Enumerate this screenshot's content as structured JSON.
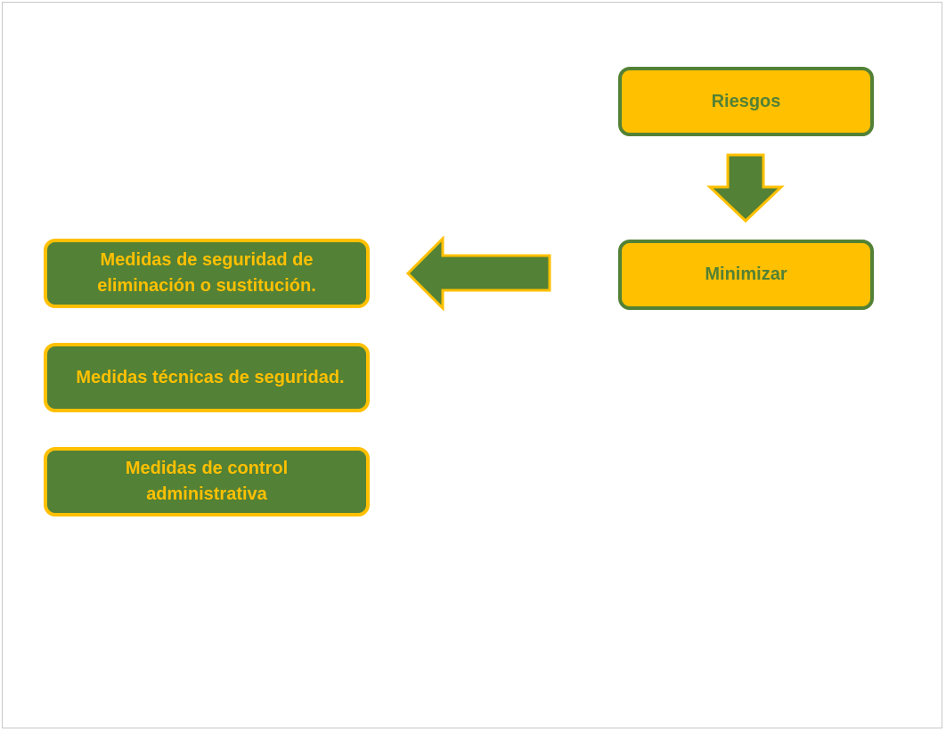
{
  "diagram": {
    "type": "flowchart",
    "colors": {
      "green": "#538135",
      "yellow": "#ffc000",
      "background": "#ffffff"
    },
    "nodes": {
      "riesgos": {
        "label": "Riesgos"
      },
      "minimizar": {
        "label": "Minimizar"
      },
      "medidas": [
        {
          "label": "Medidas de seguridad de eliminación o sustitución."
        },
        {
          "label": "Medidas técnicas de seguridad."
        },
        {
          "label": "Medidas de control administrativa"
        }
      ]
    },
    "edges": [
      {
        "from": "Riesgos",
        "to": "Minimizar",
        "direction": "down"
      },
      {
        "from": "Minimizar",
        "to": "Medidas",
        "direction": "left"
      }
    ]
  }
}
